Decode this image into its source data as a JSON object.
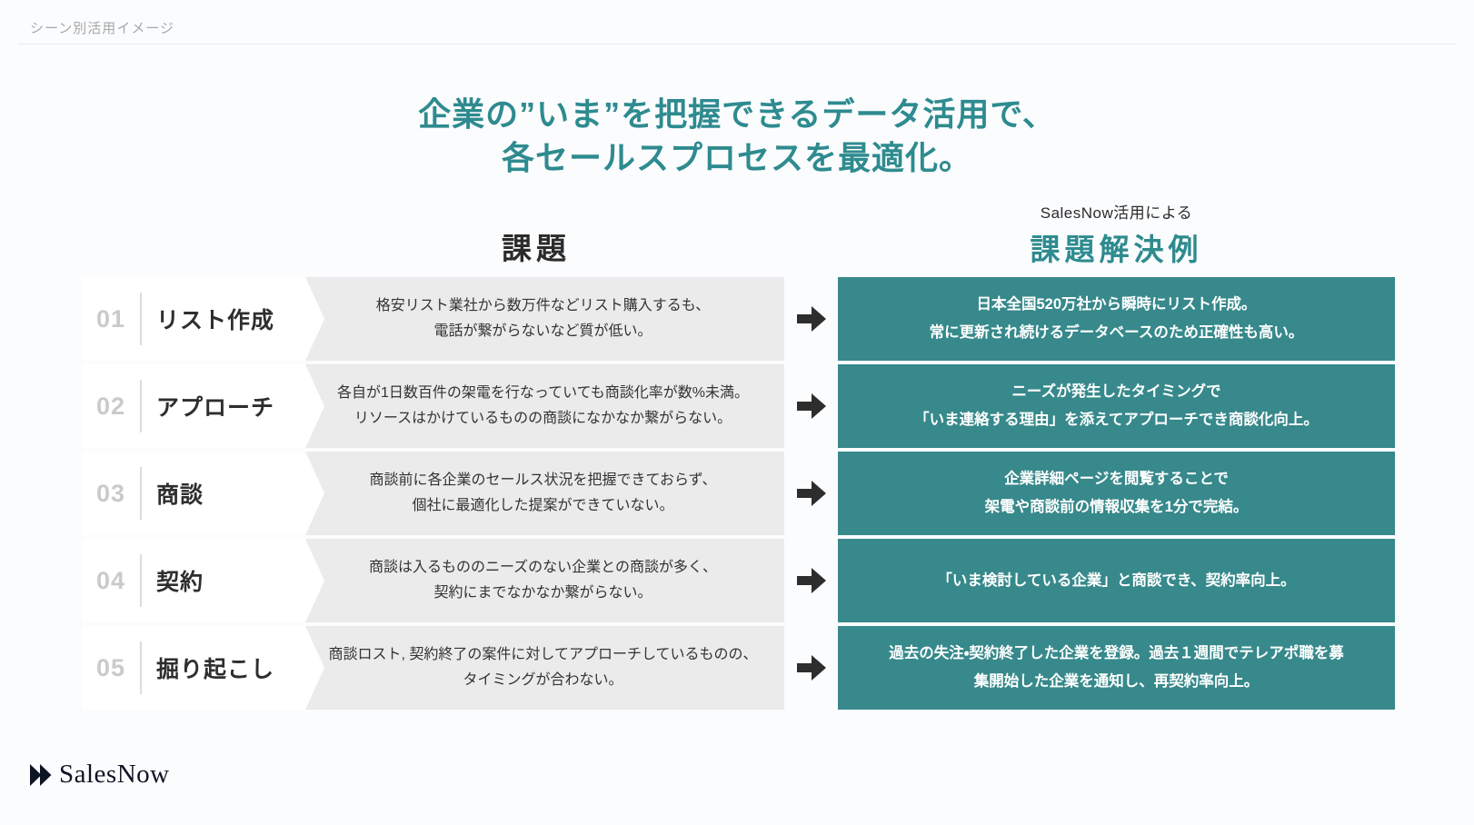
{
  "page": {
    "header_label": "シーン別活用イメージ",
    "title_line1": "企業の”いま”を把握できるデータ活用で、",
    "title_line2": "各セールスプロセスを最適化。",
    "left_column_header": "課題",
    "right_column_subheader": "SalesNow活用による",
    "right_column_header": "課題解決例",
    "logo_text": "SalesNow"
  },
  "colors": {
    "accent_teal": "#2E8B8F",
    "solution_bg": "#37898B",
    "challenge_bg": "#EBEBEB"
  },
  "rows": [
    {
      "number": "01",
      "title": "リスト作成",
      "challenge_line1": "格安リスト業社から数万件などリスト購入するも、",
      "challenge_line2": "電話が繋がらないなど質が低い。",
      "solution_line1": "日本全国520万社から瞬時にリスト作成。",
      "solution_line2": "常に更新され続けるデータベースのため正確性も高い。"
    },
    {
      "number": "02",
      "title": "アプローチ",
      "challenge_line1": "各自が1日数百件の架電を行なっていても商談化率が数%未満。",
      "challenge_line2": "リソースはかけているものの商談になかなか繋がらない。",
      "solution_line1": "ニーズが発生したタイミングで",
      "solution_line2": "「いま連絡する理由」を添えてアプローチでき商談化向上。"
    },
    {
      "number": "03",
      "title": "商談",
      "challenge_line1": "商談前に各企業のセールス状況を把握できておらず、",
      "challenge_line2": "個社に最適化した提案ができていない。",
      "solution_line1": "企業詳細ページを閲覧することで",
      "solution_line2": "架電や商談前の情報収集を1分で完結。"
    },
    {
      "number": "04",
      "title": "契約",
      "challenge_line1": "商談は入るもののニーズのない企業との商談が多く、",
      "challenge_line2": "契約にまでなかなか繋がらない。",
      "solution_line1": "「いま検討している企業」と商談でき、契約率向上。",
      "solution_line2": ""
    },
    {
      "number": "05",
      "title": "掘り起こし",
      "challenge_line1": "商談ロスト, 契約終了の案件に対してアプローチしているものの、",
      "challenge_line2": "タイミングが合わない。",
      "solution_line1": "過去の失注・契約終了した企業を登録。過去１週間でテレアポ職を募",
      "solution_line2": "集開始した企業を通知し、再契約率向上。"
    }
  ]
}
